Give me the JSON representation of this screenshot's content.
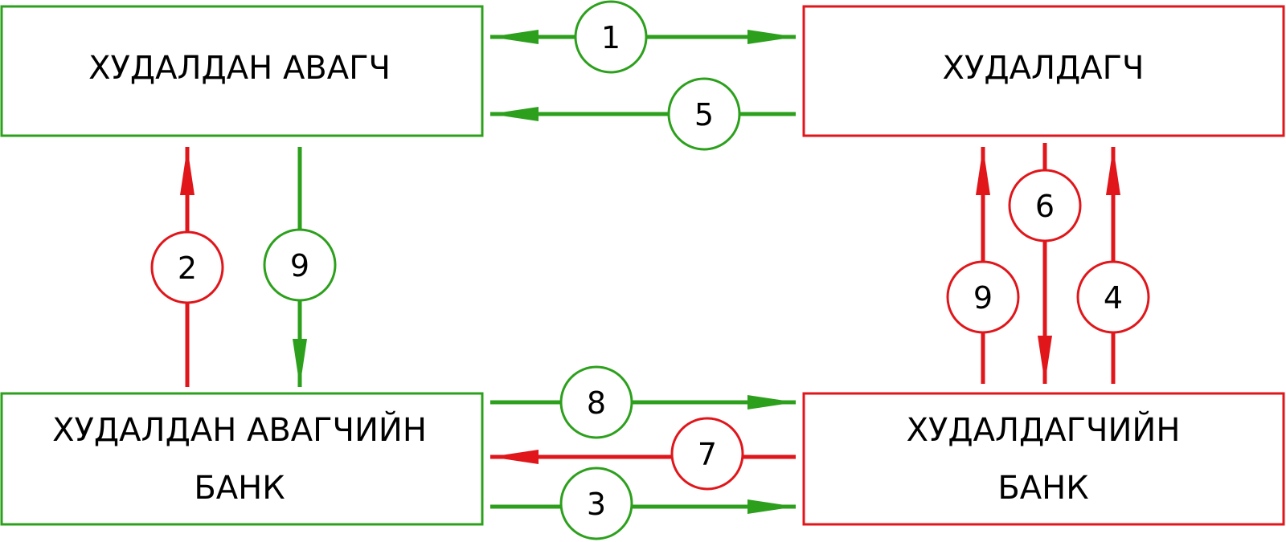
{
  "colors": {
    "green": "#2ca01c",
    "red": "#e0161b"
  },
  "boxes": {
    "buyer": {
      "lines": [
        "ХУДАЛДАН АВАГЧ"
      ],
      "color": "green"
    },
    "seller": {
      "lines": [
        "ХУДАЛДАГЧ"
      ],
      "color": "red"
    },
    "buyer_bank": {
      "lines": [
        "ХУДАЛДАН АВАГЧИЙН",
        "БАНК"
      ],
      "color": "green"
    },
    "seller_bank": {
      "lines": [
        "ХУДАЛДАГЧИЙН",
        "БАНК"
      ],
      "color": "red"
    }
  },
  "steps": [
    {
      "id": "1",
      "color": "green",
      "from": "both",
      "between": "buyer-seller"
    },
    {
      "id": "5",
      "color": "green",
      "from": "seller",
      "to": "buyer"
    },
    {
      "id": "2",
      "color": "red",
      "from": "buyer_bank",
      "to": "buyer"
    },
    {
      "id": "9",
      "color": "green",
      "from": "buyer",
      "to": "buyer_bank"
    },
    {
      "id": "9",
      "color": "red",
      "from": "seller_bank",
      "to": "seller"
    },
    {
      "id": "6",
      "color": "red",
      "from": "seller",
      "to": "seller_bank"
    },
    {
      "id": "4",
      "color": "red",
      "from": "seller_bank",
      "to": "seller"
    },
    {
      "id": "8",
      "color": "green",
      "from": "buyer_bank",
      "to": "seller_bank"
    },
    {
      "id": "7",
      "color": "red",
      "from": "seller_bank",
      "to": "buyer_bank"
    },
    {
      "id": "3",
      "color": "green",
      "from": "buyer_bank",
      "to": "seller_bank"
    }
  ]
}
